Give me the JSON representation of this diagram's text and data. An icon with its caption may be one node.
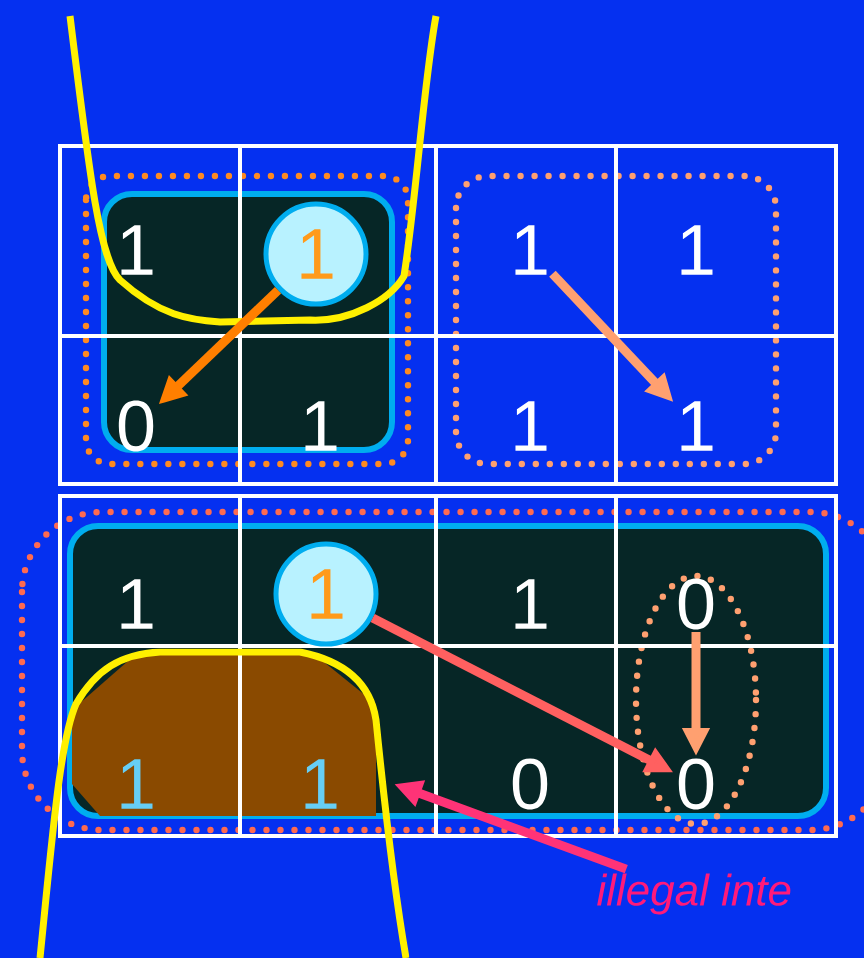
{
  "diagram": {
    "nodes": [
      {
        "text": [
          "1"
        ]
      },
      {
        "text": [
          "1"
        ]
      },
      {
        "text": [
          "1"
        ]
      },
      {
        "text": [
          "1"
        ]
      },
      {
        "text": [
          "0"
        ]
      },
      {
        "text": [
          "1"
        ]
      },
      {
        "text": [
          "1"
        ]
      },
      {
        "text": [
          "1"
        ]
      },
      {
        "text": [
          "1"
        ]
      },
      {
        "text": [
          "1"
        ]
      },
      {
        "text": [
          "1"
        ]
      },
      {
        "text": [
          "0"
        ]
      },
      {
        "text": [
          "1"
        ]
      },
      {
        "text": [
          "1"
        ]
      },
      {
        "text": [
          "0"
        ]
      },
      {
        "text": [
          "0"
        ]
      },
      {
        "text": [
          "illegal inte"
        ]
      }
    ],
    "edges": [
      {
        "from": 1,
        "to": 4,
        "arrow": "to",
        "color": "#ff7f00"
      },
      {
        "from": 2,
        "to": 7,
        "arrow": "to",
        "color": "#ffa070"
      },
      {
        "from": 9,
        "to": 15,
        "arrow": "to",
        "color": "#ff6060"
      },
      {
        "from": 11,
        "to": 15,
        "arrow": "to",
        "color": "#ffa070"
      },
      {
        "from": 16,
        "to": null,
        "arrow": "to",
        "color": "#ff3377"
      }
    ]
  }
}
